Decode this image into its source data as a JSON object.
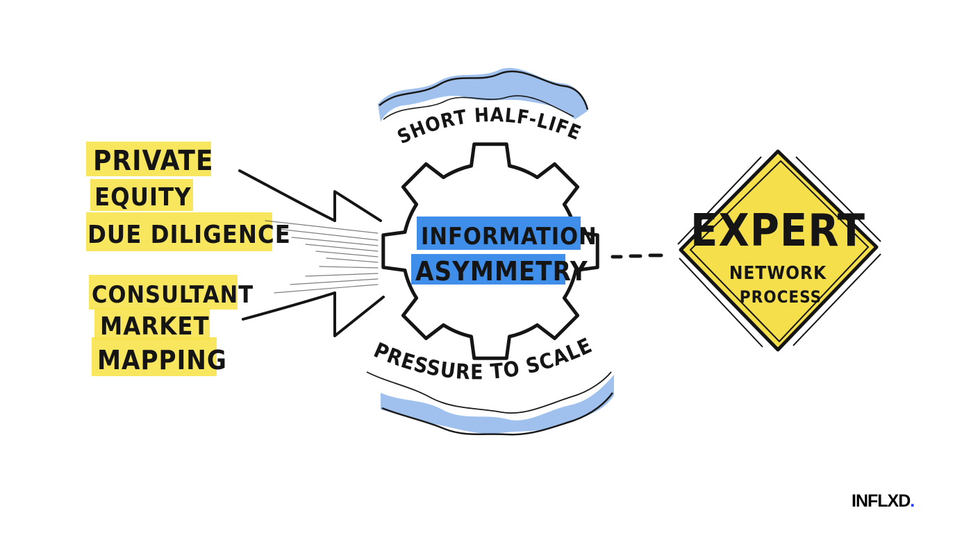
{
  "inputs": {
    "group1": [
      "PRIVATE",
      "EQUITY",
      "DUE DILIGENCE"
    ],
    "group2": [
      "CONSULTANT",
      "MARKET",
      "MAPPING"
    ]
  },
  "gear": {
    "line1": "INFORMATION",
    "line2": "ASYMMETRY"
  },
  "top_label": "SHORT HALF-LIFE",
  "bottom_label": "PRESSURE TO SCALE",
  "output": {
    "title": "EXPERT",
    "line2": "NETWORK",
    "line3": "PROCESS"
  },
  "brand": {
    "name": "INFLXD",
    "dot": "."
  },
  "colors": {
    "highlight_yellow": "#f7e34d",
    "highlight_blue": "#3f8ee9",
    "wave_blue": "#8fb6ea",
    "ink": "#151515",
    "brand_dot": "#1f3cff"
  }
}
